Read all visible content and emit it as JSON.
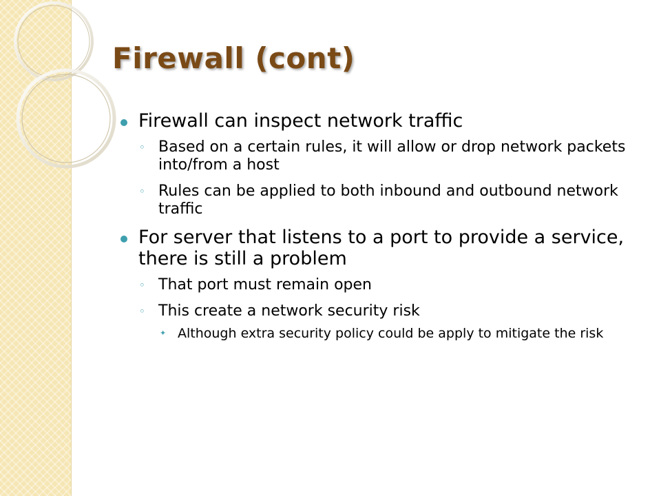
{
  "slide": {
    "title": "Firewall (cont)",
    "bullets": [
      {
        "text": "Firewall can inspect network traffic",
        "sub": [
          {
            "text": "Based on a certain rules, it will allow or drop network packets into/from a host"
          },
          {
            "text": "Rules can be applied to both inbound and outbound network traffic"
          }
        ]
      },
      {
        "text": "For server that listens to a port to provide a service, there is still a problem",
        "sub": [
          {
            "text": "That port must remain open"
          },
          {
            "text": "This create a network security risk",
            "sub": [
              {
                "text": "Although extra security policy could be apply to mitigate the risk"
              }
            ]
          }
        ]
      }
    ]
  },
  "style": {
    "title_color": "#7a4a16",
    "bullet_color": "#3e9fae",
    "side_band_color": "#f6e6b4",
    "text_color": "#000000"
  },
  "icons": {
    "level1_bullet": "filled-circle",
    "level2_bullet": "ring-circle",
    "level3_bullet": "small-star",
    "decoration": "concentric-rings"
  }
}
